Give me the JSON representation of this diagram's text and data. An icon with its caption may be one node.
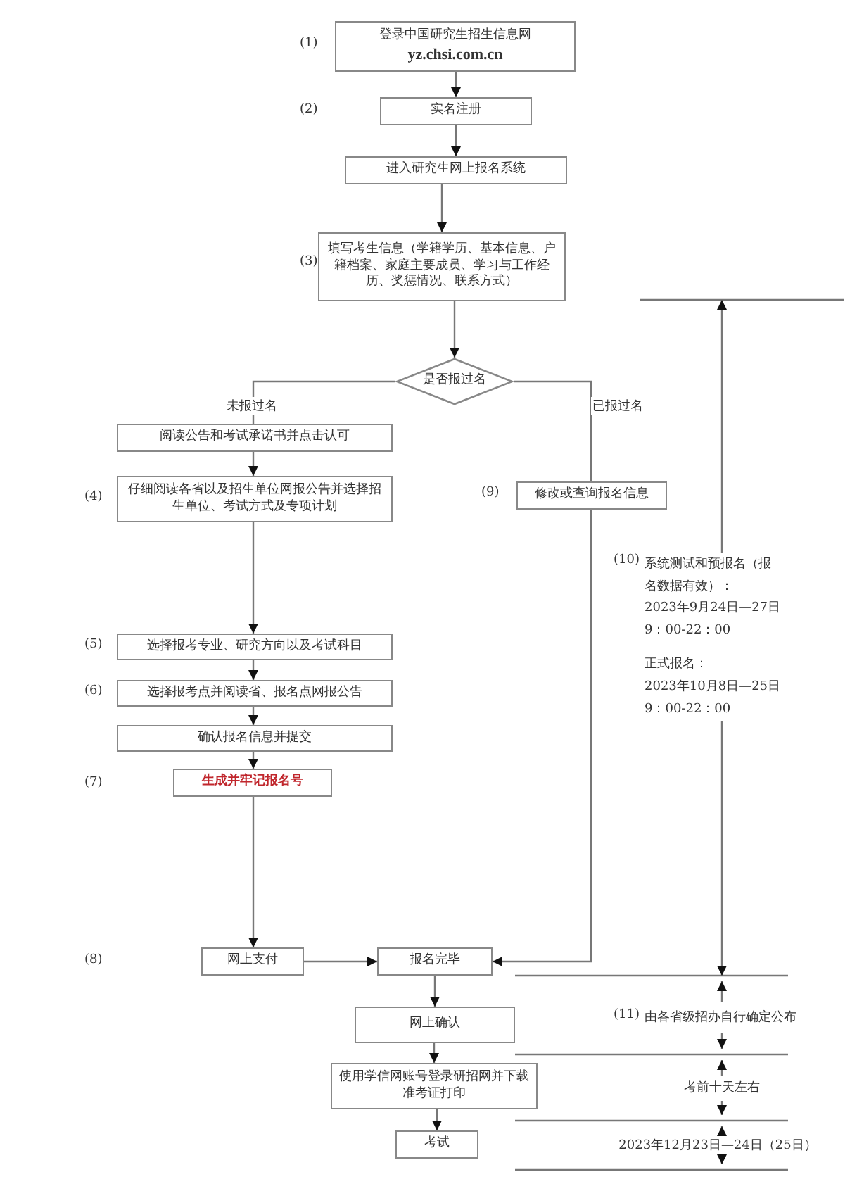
{
  "diagram": {
    "nodes": [
      {
        "text": [
          "登录中国研究生招生信息网",
          "yz.chsi.com.cn"
        ],
        "beside": [
          "(1)"
        ]
      },
      {
        "text": [
          "实名注册"
        ]
      },
      {
        "text": [
          "进入研究生网上报名系统"
        ]
      },
      {
        "text": [
          "填写考生信息（学籍学历、基本信息、户籍档案、家庭主要成员、学习与工作经历、奖惩情况、联系方式）"
        ],
        "beside": [
          "(3)"
        ]
      },
      {
        "text": [
          "是否报过名"
        ]
      },
      {
        "text": [
          "阅读公告和考试承诺书并点击认可"
        ]
      },
      {
        "text": [
          "仔细阅读各省以及招生单位网报公告并选择招生单位、考试方式及专项计划"
        ],
        "beside": [
          "(4)"
        ]
      },
      {
        "text": [
          "修改或查询报名信息"
        ],
        "beside": [
          "(9)"
        ]
      },
      {
        "text": [
          "选择报考专业、研究方向以及考试科目"
        ],
        "beside": [
          "(5)"
        ]
      },
      {
        "text": [
          "选择报考点并阅读省、报名点网报公告"
        ],
        "beside": [
          "(6)"
        ]
      },
      {
        "text": [
          "确认报名信息并提交"
        ]
      },
      {
        "text": [
          "生成并牢记报名号"
        ]
      },
      {
        "text": [
          "网上支付"
        ]
      },
      {
        "text": [
          "报名完毕"
        ]
      },
      {
        "text": [
          "网上确认"
        ]
      },
      {
        "text": [
          "使用学信网账号登录研招网并下载准考证打印"
        ]
      },
      {
        "text": [
          "考试"
        ]
      }
    ],
    "edges": [
      {
        "from": 0,
        "to": 1,
        "arrow": "to"
      },
      {
        "from": 1,
        "to": 2,
        "arrow": "to"
      },
      {
        "from": 2,
        "to": 3,
        "arrow": "to"
      },
      {
        "from": 3,
        "to": 4,
        "arrow": "to"
      },
      {
        "from": 4,
        "to": 5,
        "arrow": "none",
        "label": "未报过名"
      },
      {
        "from": 4,
        "to": 7,
        "arrow": "none",
        "label": "已报过名"
      },
      {
        "from": 5,
        "to": 6,
        "arrow": "to"
      },
      {
        "from": 6,
        "to": 8,
        "arrow": "to"
      },
      {
        "from": 8,
        "to": 9,
        "arrow": "to"
      },
      {
        "from": 9,
        "to": 10,
        "arrow": "to"
      },
      {
        "from": 10,
        "to": 11,
        "arrow": "to"
      },
      {
        "from": 11,
        "to": 12,
        "arrow": "to"
      },
      {
        "from": 12,
        "to": 13,
        "arrow": "to"
      },
      {
        "from": 7,
        "to": 13,
        "arrow": "to"
      },
      {
        "from": 13,
        "to": 14,
        "arrow": "to"
      },
      {
        "from": 14,
        "to": 15,
        "arrow": "to"
      },
      {
        "from": 15,
        "to": 16,
        "arrow": "to"
      }
    ],
    "labels": [
      "(2)",
      "(7)",
      "(8)",
      "(10)",
      "系统测试和预报名（报名数据有效）：",
      "2023年9月24日—27日",
      "9：00-22：00",
      "正式报名：",
      "2023年10月8日—25日",
      "9：00-22：00",
      "(11)",
      "由各省级招办自行确定公布",
      "考前十天左右",
      "2023年12月23日—24日（25日）"
    ]
  }
}
